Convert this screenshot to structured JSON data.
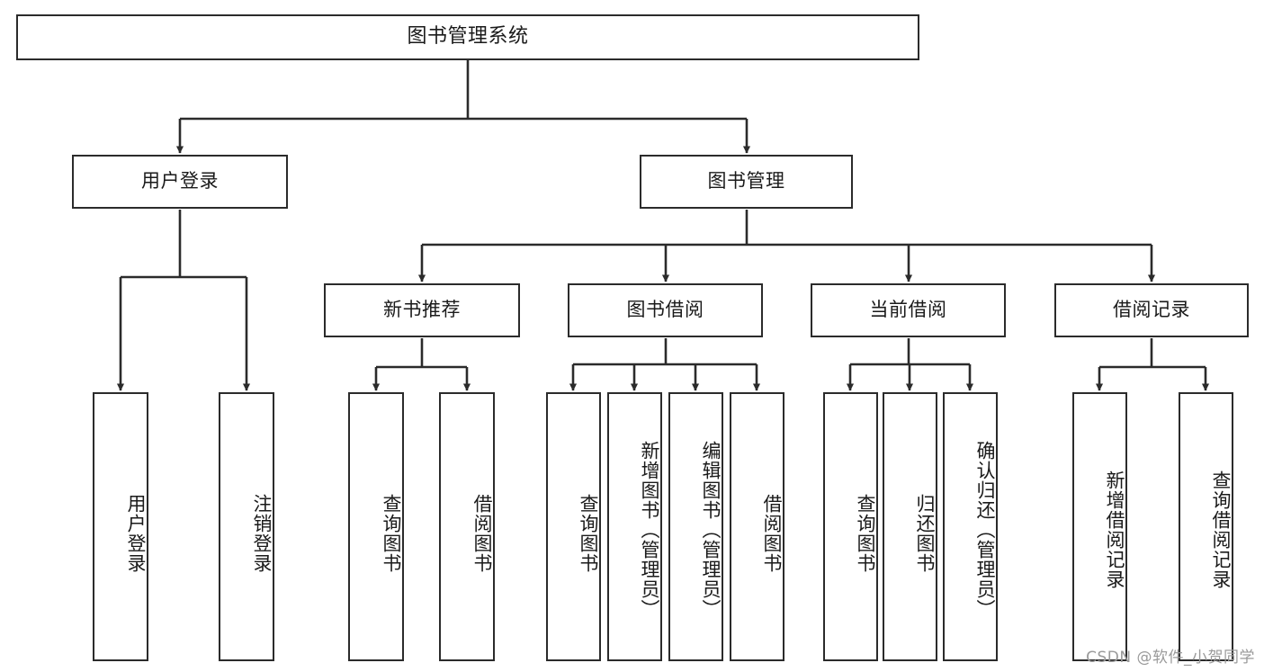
{
  "diagram": {
    "title": "图书管理系统",
    "watermark": "CSDN @软件_小贺同学",
    "line_color": "#2b2b2b",
    "box_fill": "#ffffff",
    "text_color": "#1a1a1a",
    "watermark_color": "#9a9a9a"
  },
  "nodes": {
    "root": {
      "label": "图书管理系统"
    },
    "level1": [
      {
        "label": "用户登录"
      },
      {
        "label": "图书管理"
      }
    ],
    "level2": [
      {
        "label": "新书推荐"
      },
      {
        "label": "图书借阅"
      },
      {
        "label": "当前借阅"
      },
      {
        "label": "借阅记录"
      }
    ],
    "leaves": {
      "user_login": [
        {
          "label": "用户登录"
        },
        {
          "label": "注销登录"
        }
      ],
      "new_book_recommend": [
        {
          "label": "查询图书"
        },
        {
          "label": "借阅图书"
        }
      ],
      "book_borrow": [
        {
          "label": "查询图书"
        },
        {
          "label": "新增图书（管理员）"
        },
        {
          "label": "编辑图书（管理员）"
        },
        {
          "label": "借阅图书"
        }
      ],
      "current_borrow": [
        {
          "label": "查询图书"
        },
        {
          "label": "归还图书"
        },
        {
          "label": "确认归还（管理员）"
        }
      ],
      "borrow_record": [
        {
          "label": "新增借阅记录"
        },
        {
          "label": "查询借阅记录"
        }
      ]
    }
  }
}
